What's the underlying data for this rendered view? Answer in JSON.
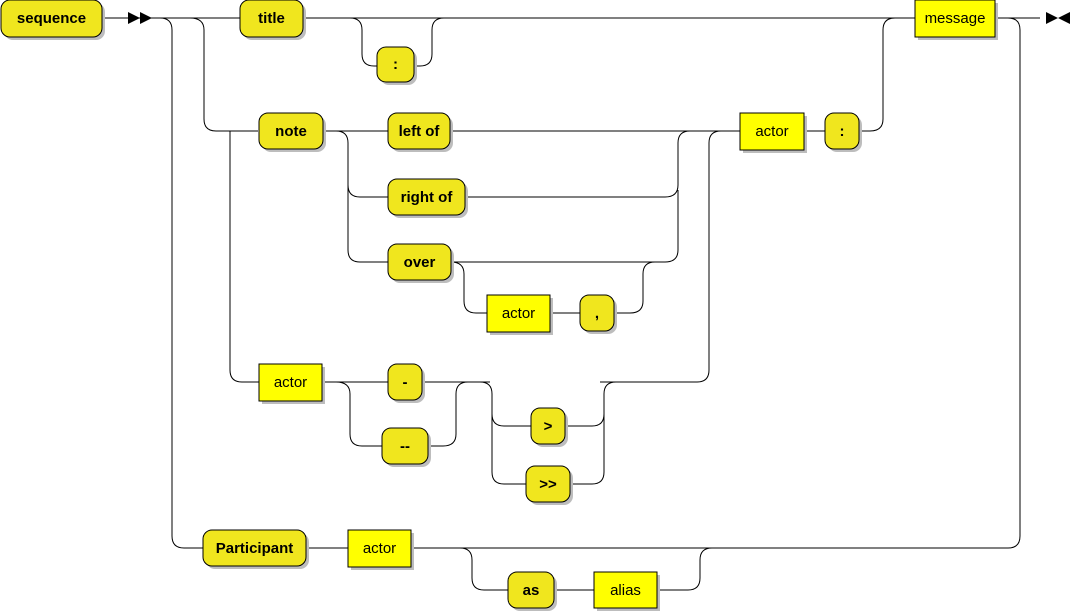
{
  "diagram": {
    "rule_name": "sequence",
    "terminals": {
      "title": "title",
      "title_colon": ":",
      "note": "note",
      "left_of": "left of",
      "right_of": "right of",
      "over": "over",
      "comma": ",",
      "dash": "-",
      "double_dash": "--",
      "gt": ">",
      "double_gt": ">>",
      "note_colon": ":",
      "participant": "Participant",
      "as": "as"
    },
    "nonterminals": {
      "message": "message",
      "note_actor": "actor",
      "over_actor": "actor",
      "line_actor": "actor",
      "participant_actor": "actor",
      "alias": "alias"
    },
    "colors": {
      "terminal_fill": "#f0e61e",
      "nonterminal_fill": "#ffff00",
      "line": "#000000",
      "shadow": "#bdbdbd"
    }
  }
}
